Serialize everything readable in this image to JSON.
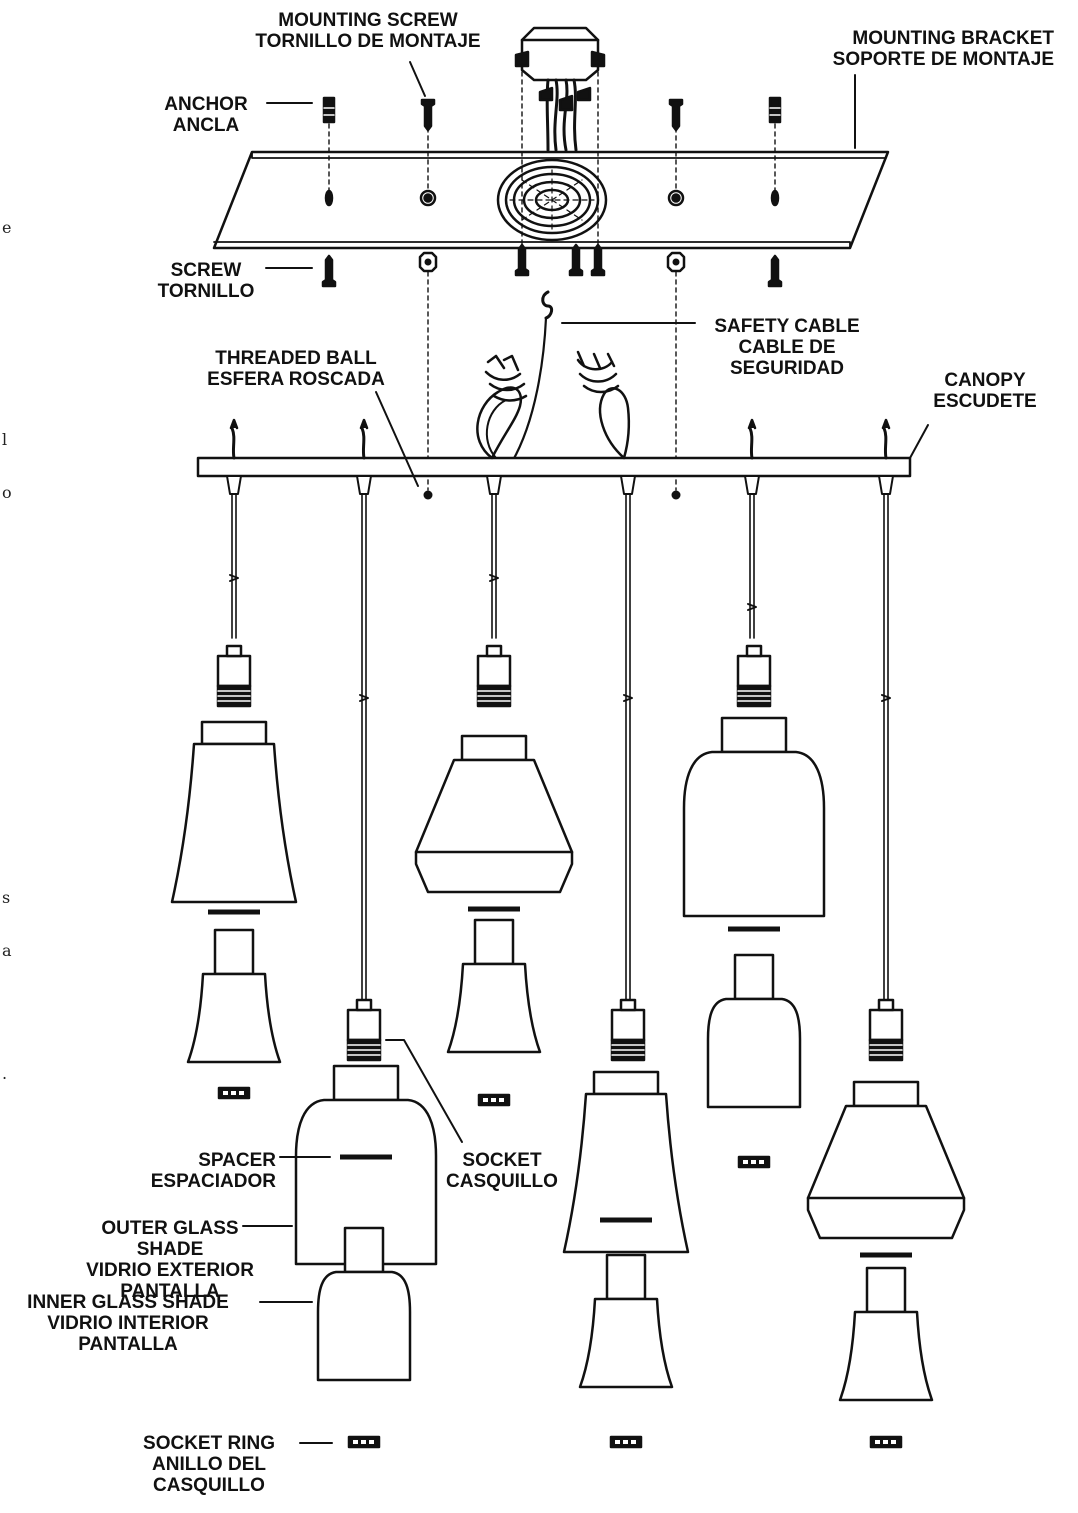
{
  "labels": {
    "mounting_screw": [
      "MOUNTING SCREW",
      "TORNILLO DE MONTAJE"
    ],
    "mounting_bracket": [
      "MOUNTING BRACKET",
      "SOPORTE DE MONTAJE"
    ],
    "anchor": [
      "ANCHOR",
      "ANCLA"
    ],
    "screw": [
      "SCREW",
      "TORNILLO"
    ],
    "safety_cable": [
      "SAFETY CABLE",
      "CABLE DE",
      "SEGURIDAD"
    ],
    "threaded_ball": [
      "THREADED BALL",
      "ESFERA ROSCADA"
    ],
    "canopy": [
      "CANOPY",
      "ESCUDETE"
    ],
    "socket": [
      "SOCKET",
      "CASQUILLO"
    ],
    "spacer": [
      "SPACER",
      "ESPACIADOR"
    ],
    "outer_glass_shade": [
      "OUTER GLASS",
      "SHADE",
      "VIDRIO EXTERIOR",
      "PANTALLA"
    ],
    "inner_glass_shade": [
      "INNER GLASS SHADE",
      "VIDRIO INTERIOR",
      "PANTALLA"
    ],
    "socket_ring": [
      "SOCKET RING",
      "ANILLO DEL",
      "CASQUILLO"
    ]
  },
  "edge_fragments": [
    "e",
    "l",
    "o",
    "s",
    "a",
    "."
  ]
}
